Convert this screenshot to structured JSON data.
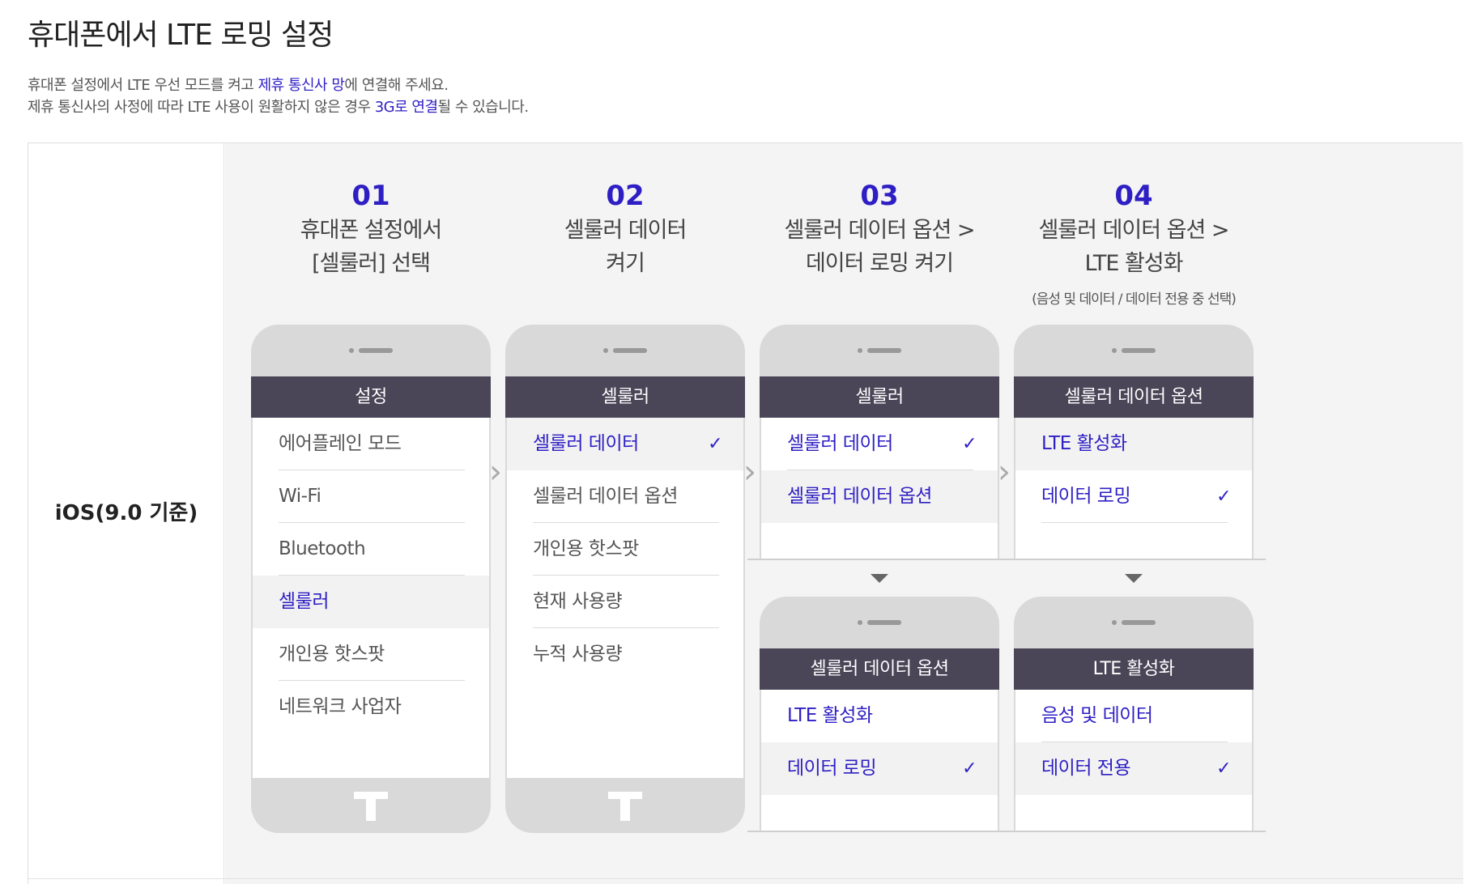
{
  "page_title": "휴대폰에서 LTE 로밍 설정",
  "desc": {
    "l1a": "휴대폰 설정에서 LTE 우선 모드를 켜고 ",
    "l1b": "제휴 통신사 망",
    "l1c": "에 연결해 주세요.",
    "l2a": "제휴 통신사의 사정에 따라 LTE 사용이 원활하지 않은 경우 ",
    "l2b": "3G로 연결",
    "l2c": "될 수 있습니다."
  },
  "os_label": "iOS(9.0 기준)",
  "colors": {
    "accent": "#2e1fc4",
    "header_bg": "#4a4557",
    "phone_body": "#d9d9d9"
  },
  "steps": [
    {
      "num": "01",
      "title1": "휴대폰 설정에서",
      "title2": "[셀룰러] 선택",
      "note": ""
    },
    {
      "num": "02",
      "title1": "셀룰러 데이터",
      "title2": "켜기",
      "note": ""
    },
    {
      "num": "03",
      "title1": "셀룰러 데이터 옵션 >",
      "title2": "데이터 로밍 켜기",
      "note": ""
    },
    {
      "num": "04",
      "title1": "셀룰러 데이터 옵션 >",
      "title2": "LTE 활성화",
      "note": "(음성 및 데이터 / 데이터 전용 중 선택)"
    }
  ],
  "phones": {
    "p1": {
      "header": "설정",
      "items": [
        "에어플레인 모드",
        "Wi-Fi",
        "Bluetooth",
        "셀룰러",
        "개인용 핫스팟",
        "네트워크 사업자"
      ]
    },
    "p2": {
      "header": "셀룰러",
      "items": [
        "셀룰러 데이터",
        "셀룰러 데이터 옵션",
        "개인용 핫스팟",
        "현재 사용량",
        "누적 사용량"
      ]
    },
    "p3a": {
      "header": "셀룰러",
      "items": [
        "셀룰러 데이터",
        "셀룰러 데이터 옵션"
      ]
    },
    "p3b": {
      "header": "셀룰러 데이터 옵션",
      "items": [
        "LTE 활성화",
        "데이터 로밍"
      ]
    },
    "p4a": {
      "header": "셀룰러 데이터 옵션",
      "items": [
        "LTE 활성화",
        "데이터 로밍"
      ]
    },
    "p4b": {
      "header": "LTE 활성화",
      "items": [
        "음성 및 데이터",
        "데이터 전용"
      ]
    }
  },
  "icons": {
    "check": "check-icon",
    "arrow": "chevron-right-icon",
    "down": "triangle-down-icon",
    "logo": "t-logo-icon"
  }
}
